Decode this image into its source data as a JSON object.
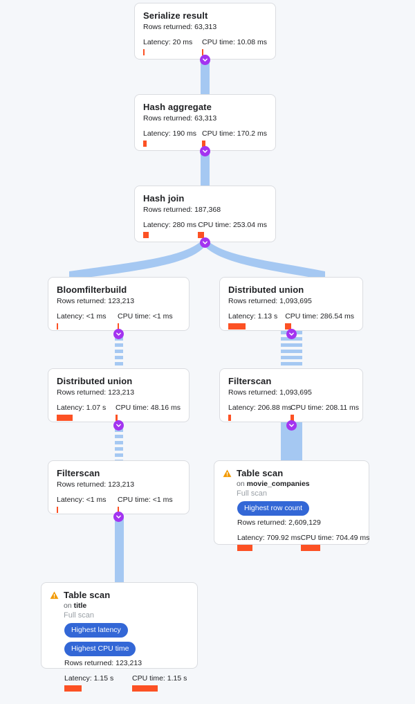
{
  "theme": {
    "background": "#f5f7fa",
    "card_bg": "#ffffff",
    "card_border": "#dadce0",
    "edge_color": "#a5c8f2",
    "badge_circle_color": "#a334f0",
    "pill_color": "#3367d6",
    "metric_bar_color": "#fc5124",
    "warning_color": "#f29900"
  },
  "labels": {
    "rows_prefix": "Rows returned: ",
    "latency_prefix": "Latency: ",
    "cpu_prefix": "CPU time: ",
    "on_prefix": "on ",
    "full_scan": "Full scan"
  },
  "nodes": [
    {
      "id": "serialize-result",
      "title": "Serialize result",
      "rows": "Rows returned: 63,313",
      "latency": "Latency: 20 ms",
      "cpu": "CPU time: 10.08 ms",
      "latency_bar_w": 2,
      "cpu_bar_w": 2,
      "warning": false,
      "badges": []
    },
    {
      "id": "hash-aggregate",
      "title": "Hash aggregate",
      "rows": "Rows returned: 63,313",
      "latency": "Latency: 190 ms",
      "cpu": "CPU time: 170.2 ms",
      "latency_bar_w": 5,
      "cpu_bar_w": 5,
      "warning": false,
      "badges": []
    },
    {
      "id": "hash-join",
      "title": "Hash join",
      "rows": "Rows returned: 187,368",
      "latency": "Latency: 280 ms",
      "cpu": "CPU time: 253.04 ms",
      "latency_bar_w": 8,
      "cpu_bar_w": 9,
      "warning": false,
      "badges": []
    },
    {
      "id": "bloomfilterbuild",
      "title": "Bloomfilterbuild",
      "rows": "Rows returned: 123,213",
      "latency": "Latency: <1 ms",
      "cpu": "CPU time: <1 ms",
      "latency_bar_w": 2,
      "cpu_bar_w": 2,
      "warning": false,
      "badges": []
    },
    {
      "id": "distributed-union-right",
      "title": "Distributed union",
      "rows": "Rows returned: 1,093,695",
      "latency": "Latency: 1.13 s",
      "cpu": "CPU time: 286.54 ms",
      "latency_bar_w": 25,
      "cpu_bar_w": 9,
      "warning": false,
      "badges": []
    },
    {
      "id": "distributed-union-left",
      "title": "Distributed union",
      "rows": "Rows returned: 123,213",
      "latency": "Latency: 1.07 s",
      "cpu": "CPU time: 48.16 ms",
      "latency_bar_w": 23,
      "cpu_bar_w": 3,
      "warning": false,
      "badges": []
    },
    {
      "id": "filterscan-right",
      "title": "Filterscan",
      "rows": "Rows returned: 1,093,695",
      "latency": "Latency: 206.88 ms",
      "cpu": "CPU time: 208.11 ms",
      "latency_bar_w": 4,
      "cpu_bar_w": 5,
      "warning": false,
      "badges": []
    },
    {
      "id": "filterscan-left",
      "title": "Filterscan",
      "rows": "Rows returned: 123,213",
      "latency": "Latency: <1 ms",
      "cpu": "CPU time: <1 ms",
      "latency_bar_w": 2,
      "cpu_bar_w": 2,
      "warning": false,
      "badges": []
    },
    {
      "id": "table-scan-movie-companies",
      "title": "Table scan",
      "on_table": "movie_companies",
      "scan_type": "Full scan",
      "rows": "Rows returned: 2,609,129",
      "latency": "Latency: 709.92 ms",
      "cpu": "CPU time: 704.49 ms",
      "latency_bar_w": 22,
      "cpu_bar_w": 28,
      "warning": true,
      "badges": [
        "Highest row count"
      ]
    },
    {
      "id": "table-scan-title",
      "title": "Table scan",
      "on_table": "title",
      "scan_type": "Full scan",
      "rows": "Rows returned: 123,213",
      "latency": "Latency: 1.15 s",
      "cpu": "CPU time: 1.15 s",
      "latency_bar_w": 25,
      "cpu_bar_w": 37,
      "warning": true,
      "badges": [
        "Highest latency",
        "Highest CPU time"
      ]
    }
  ],
  "edges": [
    {
      "id": "edge-serialize-hashaggregate",
      "style": "solid"
    },
    {
      "id": "edge-hashaggregate-hashjoin",
      "style": "solid"
    },
    {
      "id": "edge-hashjoin-fan",
      "style": "fan"
    },
    {
      "id": "edge-bloomfilterbuild-distunion",
      "style": "striped"
    },
    {
      "id": "edge-distunion-filterscan",
      "style": "striped"
    },
    {
      "id": "edge-filterscan-tablescan-title",
      "style": "solid"
    },
    {
      "id": "edge-distunion-right-filterscan",
      "style": "striped"
    },
    {
      "id": "edge-filterscan-right-tablescan",
      "style": "solid"
    }
  ]
}
